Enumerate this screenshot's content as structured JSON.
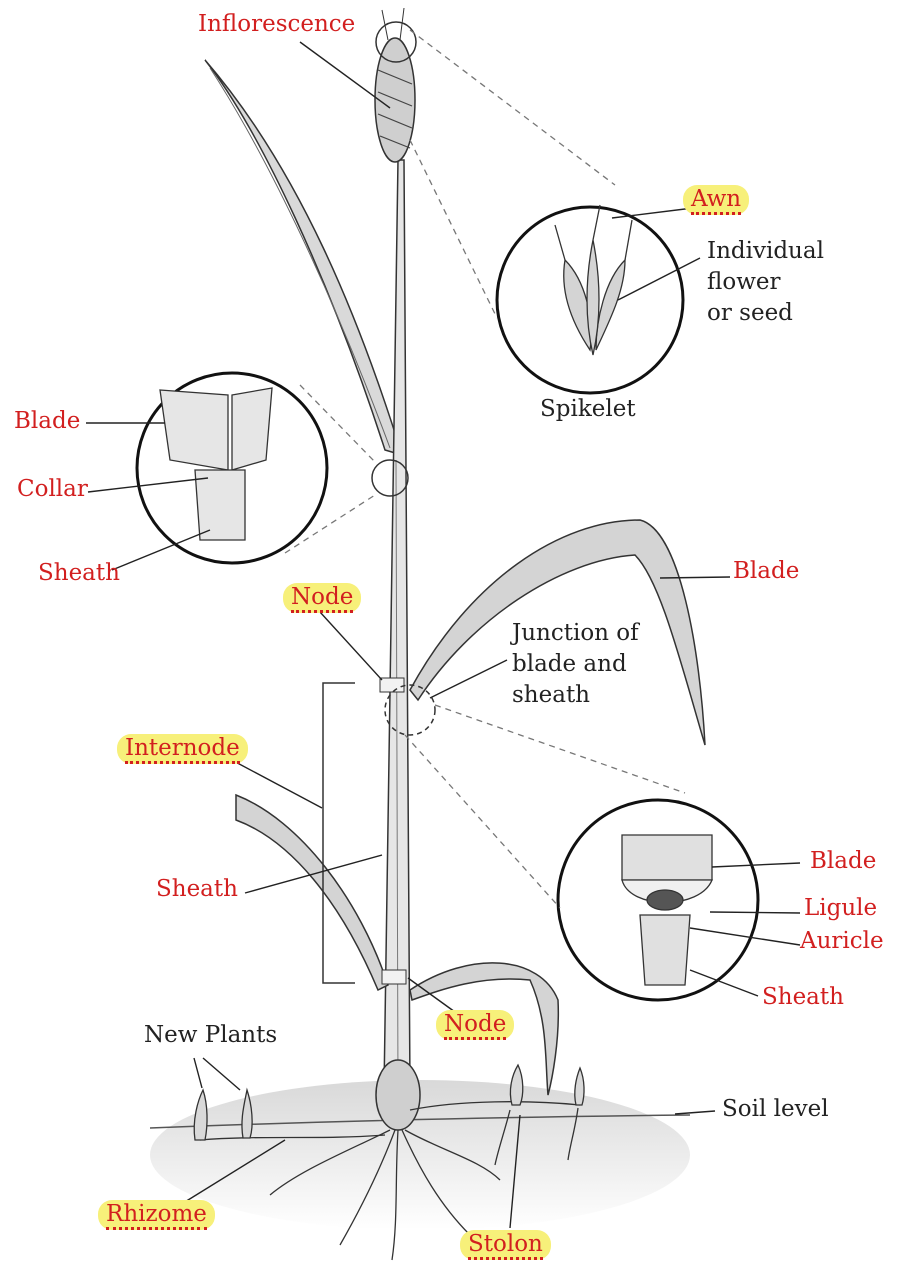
{
  "labels": {
    "inflorescence": "Inflorescence",
    "awn": "Awn",
    "individual_flower_line1": "Individual flower",
    "individual_flower_line2": "or seed",
    "spikelet": "Spikelet",
    "blade_top_left": "Blade",
    "collar": "Collar",
    "sheath_top_left": "Sheath",
    "node_upper": "Node",
    "blade_right": "Blade",
    "junction_line1": "Junction of",
    "junction_line2": "blade and",
    "junction_line3": "sheath",
    "internode": "Internode",
    "sheath_mid": "Sheath",
    "blade_inset": "Blade",
    "ligule": "Ligule",
    "auricle": "Auricle",
    "sheath_inset": "Sheath",
    "node_lower": "Node",
    "new_plants": "New Plants",
    "soil_level": "Soil level",
    "rhizome": "Rhizome",
    "stolon": "Stolon"
  },
  "colors": {
    "label_red": "#d21f1f",
    "label_black": "#222222",
    "highlight": "#f7f07a",
    "plant_fill": "#d9d9d9",
    "soil_shadow": "#c8c8c8"
  }
}
